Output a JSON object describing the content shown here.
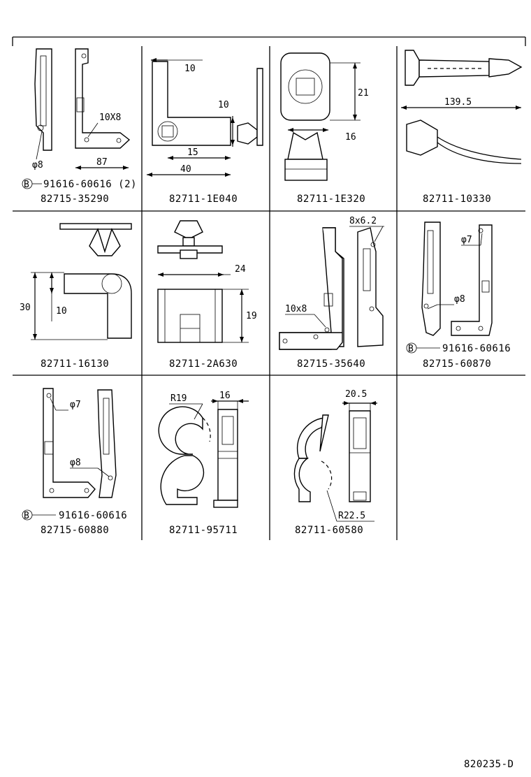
{
  "diagram_code": "820235-D",
  "cells": [
    {
      "id": "c1",
      "part_number": "82715-35290",
      "bolt_symbol": "B",
      "bolt_number": "91616-60616 (2)",
      "dims": [
        "10X8",
        "φ8",
        "87"
      ]
    },
    {
      "id": "c2",
      "part_number": "82711-1E040",
      "dims": [
        "10",
        "10",
        "15",
        "40"
      ]
    },
    {
      "id": "c3",
      "part_number": "82711-1E320",
      "dims": [
        "21",
        "16"
      ]
    },
    {
      "id": "c4",
      "part_number": "82711-10330",
      "dims": [
        "139.5"
      ]
    },
    {
      "id": "c5",
      "part_number": "82711-16130",
      "dims": [
        "30",
        "10"
      ]
    },
    {
      "id": "c6",
      "part_number": "82711-2A630",
      "dims": [
        "24",
        "19"
      ]
    },
    {
      "id": "c7",
      "part_number": "82715-35640",
      "dims": [
        "8x6.2",
        "10x8"
      ]
    },
    {
      "id": "c8",
      "part_number": "82715-60870",
      "bolt_symbol": "B",
      "bolt_number": "91616-60616",
      "dims": [
        "φ7",
        "φ8"
      ]
    },
    {
      "id": "c9",
      "part_number": "82715-60880",
      "bolt_symbol": "B",
      "bolt_number": "91616-60616",
      "dims": [
        "φ7",
        "φ8"
      ]
    },
    {
      "id": "c10",
      "part_number": "82711-95711",
      "dims": [
        "R19",
        "16"
      ]
    },
    {
      "id": "c11",
      "part_number": "82711-60580",
      "dims": [
        "20.5",
        "R22.5"
      ]
    }
  ]
}
